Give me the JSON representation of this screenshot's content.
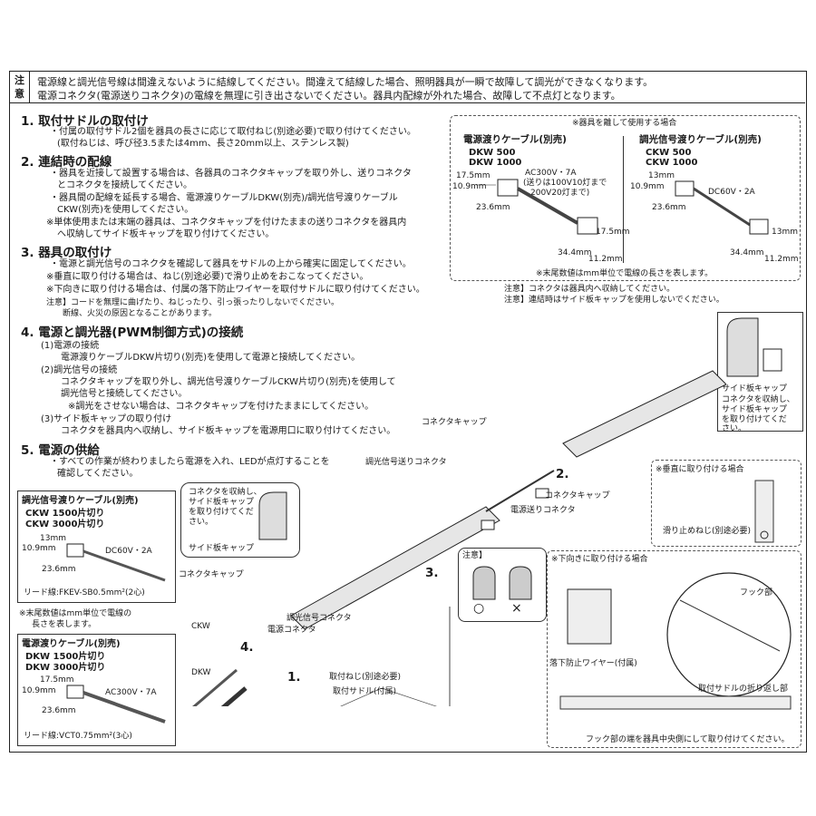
{
  "notice": {
    "tag": "注意",
    "lines": [
      "電源線と調光信号線は間違えないように結線してください。間違えて結線した場合、照明器具が一瞬で故障して調光ができなくなります。",
      "電源コネクタ(電源送りコネクタ)の電線を無理に引き出さないでください。器具内配線が外れた場合、故障して不点灯となります。"
    ]
  },
  "steps": {
    "s1": {
      "title": "1. 取付サドルの取付け",
      "lines": [
        "・付属の取付サドル2個を器具の長さに応じて取付ねじ(別途必要)で取り付けてください。",
        "(取付ねじは、呼び径3.5または4mm、長さ20mm以上、ステンレス製)"
      ]
    },
    "s2": {
      "title": "2. 連結時の配線",
      "lines": [
        "・器具を近接して設置する場合は、各器具のコネクタキャップを取り外し、送りコネクタ",
        "とコネクタを接続してください。",
        "・器具間の配線を延長する場合、電源渡りケーブルDKW(別売)/調光信号渡りケーブル",
        "CKW(別売)を使用してください。",
        "※単体使用または末端の器具は、コネクタキャップを付けたままの送りコネクタを器具内",
        "へ収納してサイド板キャップを取り付けてください。"
      ]
    },
    "s3": {
      "title": "3. 器具の取付け",
      "lines": [
        "・電源と調光信号のコネクタを確認して器具をサドルの上から確実に固定してください。",
        "※垂直に取り付ける場合は、ねじ(別途必要)で滑り止めをおこなってください。",
        "※下向きに取り付ける場合は、付属の落下防止ワイヤーを取付サドルに取り付けてください。",
        "注意】コードを無理に曲げたり、ねじったり、引っ張ったりしないでください。",
        "断線、火災の原因となることがあります。"
      ]
    },
    "s4": {
      "title": "4. 電源と調光器(PWM制御方式)の接続",
      "lines": [
        "(1)電源の接続",
        "電源渡りケーブルDKW片切り(別売)を使用して電源と接続してください。",
        "(2)調光信号の接続",
        "コネクタキャップを取り外し、調光信号渡りケーブルCKW片切り(別売)を使用して",
        "調光信号と接続してください。",
        "※調光をさせない場合は、コネクタキャップを付けたままにしてください。",
        "(3)サイド板キャップの取り付け",
        "コネクタを器具内へ収納し、サイド板キャップを電源用口に取り付けてください。"
      ]
    },
    "s5": {
      "title": "5. 電源の供給",
      "lines": [
        "・すべての作業が終わりましたら電源を入れ、LEDが点灯することを",
        "確認してください。"
      ]
    }
  },
  "separate_box": {
    "header": "※器具を離して使用する場合",
    "dkw": {
      "title": "電源渡りケーブル(別売)",
      "models": [
        "DKW 500",
        "DKW 1000"
      ],
      "rating": "AC300V・7A",
      "note1": "(送りは100V10灯まで",
      "note2": "200V20灯まで)",
      "d1": "17.5mm",
      "d2": "10.9mm",
      "d3": "23.6mm",
      "d4": "17.5mm",
      "d5": "34.4mm",
      "d6": "11.2mm"
    },
    "ckw": {
      "title": "調光信号渡りケーブル(別売)",
      "models": [
        "CKW 500",
        "CKW 1000"
      ],
      "rating": "DC60V・2A",
      "d1": "13mm",
      "d2": "10.9mm",
      "d3": "23.6mm",
      "d4": "13mm",
      "d5": "34.4mm",
      "d6": "11.2mm"
    },
    "footnote": "※末尾数値はmm単位で電線の長さを表します。"
  },
  "after_box_notes": [
    "注意】コネクタは器具内へ収納してください。",
    "注意】連結時はサイド板キャップを使用しないでください。"
  ],
  "side_cap_box": {
    "label": "サイド板キャップ",
    "desc1": "コネクタを収納し、",
    "desc2": "サイド板キャップ",
    "desc3": "を取り付けてくだ",
    "desc4": "さい。"
  },
  "diagram_labels": {
    "connector_cap_top": "コネクタキャップ",
    "dimming_send_connector": "調光信号送りコネクタ",
    "num2": "2.",
    "connector_cap_mid": "コネクタキャップ",
    "power_send_connector": "電源送りコネクタ",
    "num3": "3.",
    "connector_cap_left": "コネクタキャップ",
    "dimming_connector": "調光信号コネクタ",
    "power_connector": "電源コネクタ",
    "ckw": "CKW",
    "dkw": "DKW",
    "num4": "4.",
    "num1": "1.",
    "screw": "取付ねじ(別途必要)",
    "saddle": "取付サドル(付属)"
  },
  "inset_box": {
    "desc1": "コネクタを収納し、",
    "desc2": "サイド板キャップ",
    "desc3": "を取り付けてくだ",
    "desc4": "さい。",
    "label": "サイド板キャップ"
  },
  "caution_box": {
    "title": "注意】",
    "ok": "○",
    "ng": "×"
  },
  "ckw_cut": {
    "title": "調光信号渡りケーブル(別売)",
    "models": [
      "CKW 1500片切り",
      "CKW 3000片切り"
    ],
    "d1": "13mm",
    "d2": "10.9mm",
    "d3": "23.6mm",
    "rating": "DC60V・2A",
    "lead": "リード線:FKEV-SB0.5mm²(2心)"
  },
  "mid_footnote": [
    "※末尾数値はmm単位で電線の",
    "長さを表します。"
  ],
  "dkw_cut": {
    "title": "電源渡りケーブル(別売)",
    "models": [
      "DKW 1500片切り",
      "DKW 3000片切り"
    ],
    "d1": "17.5mm",
    "d2": "10.9mm",
    "d3": "23.6mm",
    "rating": "AC300V・7A",
    "lead": "リード線:VCT0.75mm²(3心)"
  },
  "vertical_box": {
    "header": "※垂直に取り付ける場合",
    "label": "滑り止めねじ(別途必要)"
  },
  "down_box": {
    "header": "※下向きに取り付ける場合",
    "hook": "フック部",
    "wire": "落下防止ワイヤー(付属)",
    "fold": "取付サドルの折り返し部",
    "footer": "フック部の端を器具中央側にして取り付けてください。"
  }
}
